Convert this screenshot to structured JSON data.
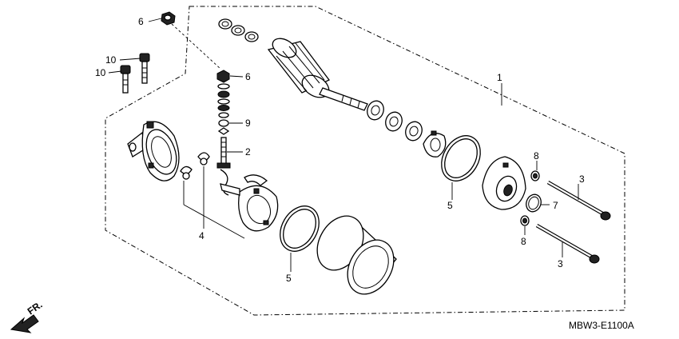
{
  "diagram": {
    "ref_code": "MBW3-E1100A",
    "front_arrow_label": "FR.",
    "callouts": {
      "c1": "1",
      "c2": "2",
      "c3a": "3",
      "c3b": "3",
      "c4": "4",
      "c5a": "5",
      "c5b": "5",
      "c6a": "6",
      "c6b": "6",
      "c7": "7",
      "c8a": "8",
      "c8b": "8",
      "c9": "9",
      "c10a": "10",
      "c10b": "10"
    }
  }
}
